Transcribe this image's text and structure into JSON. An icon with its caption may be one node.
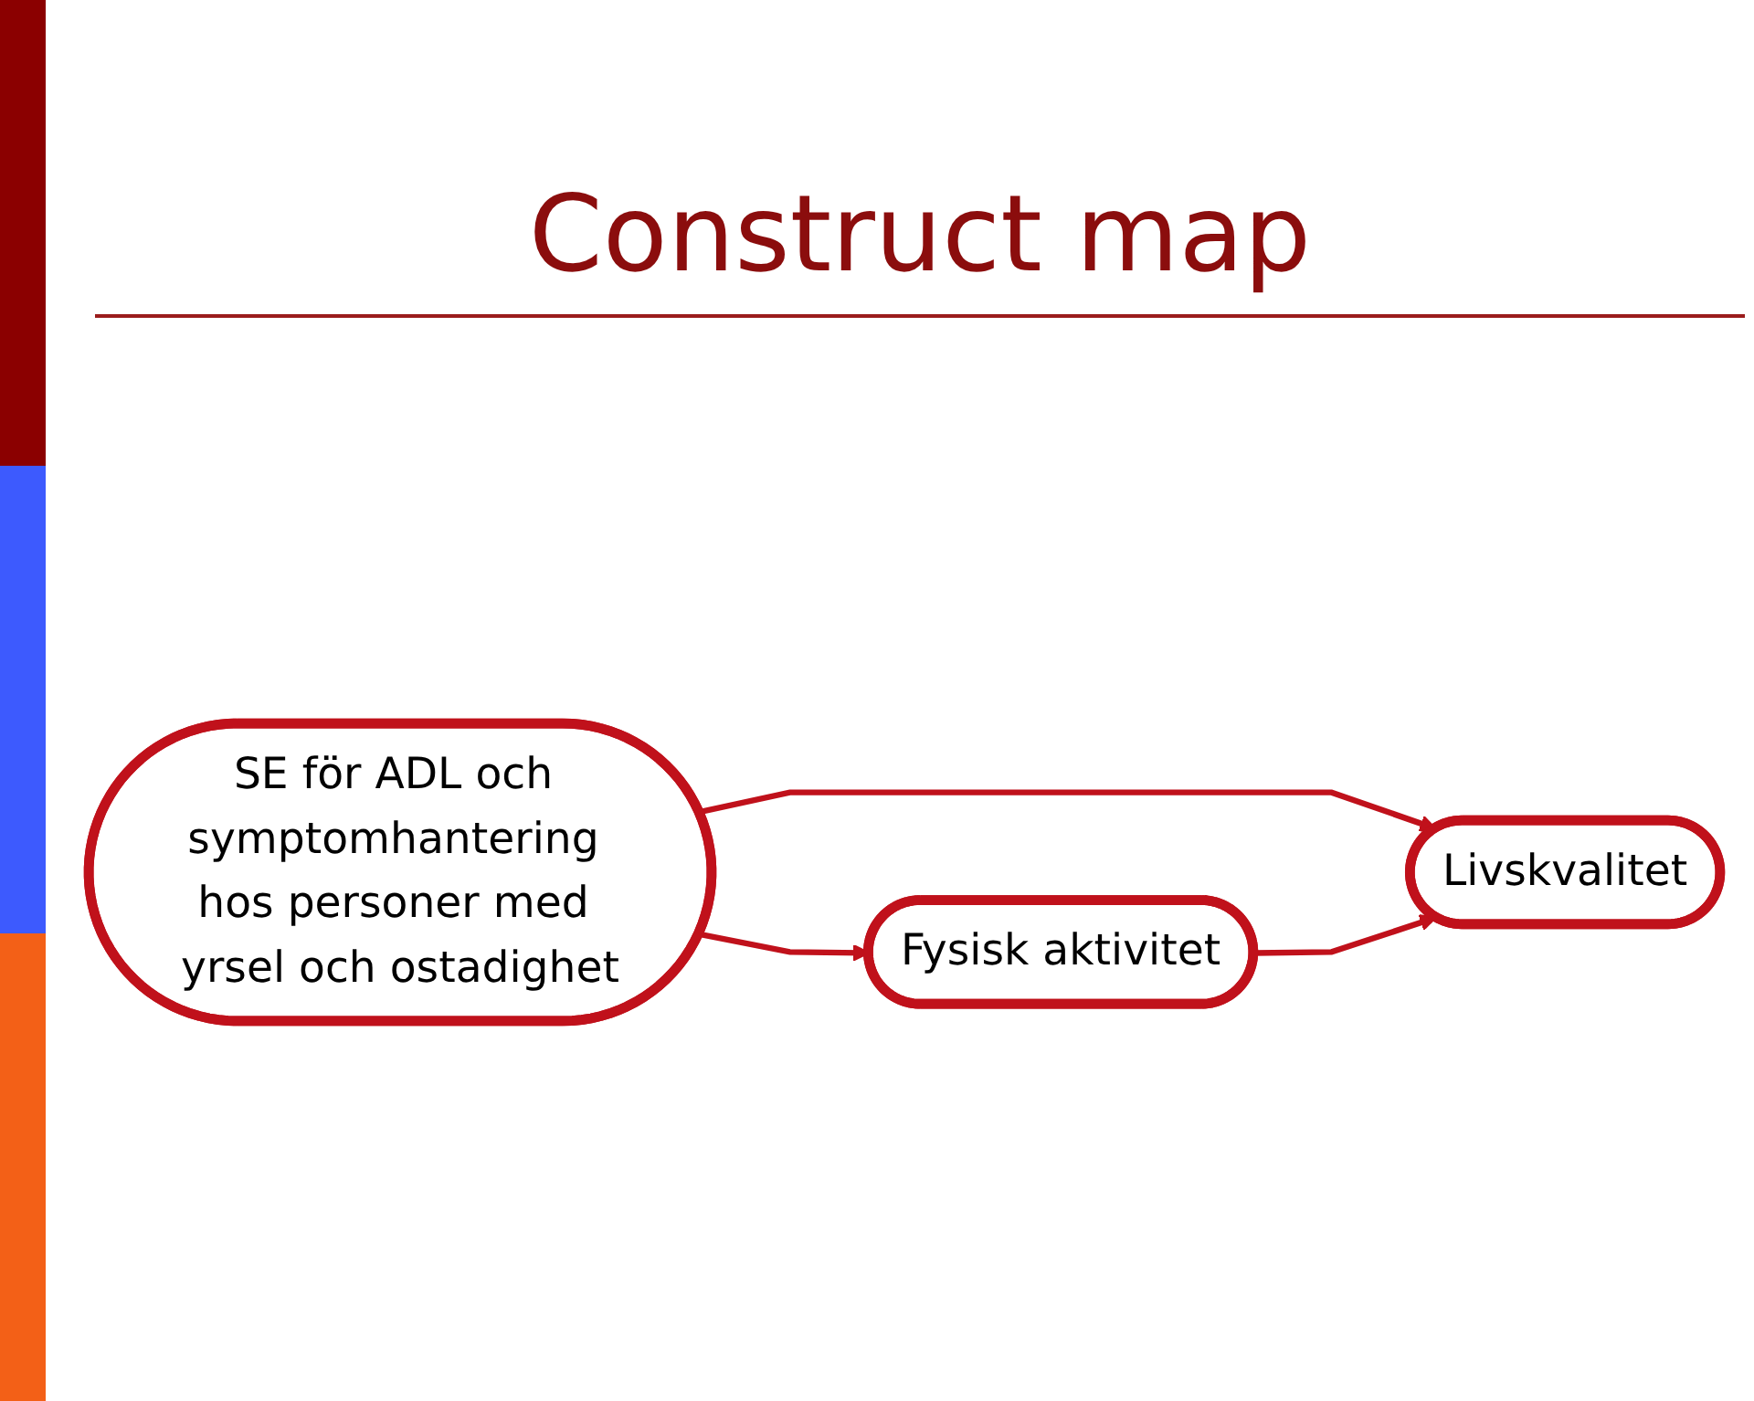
{
  "diagram": {
    "title": "Construct map",
    "nodes": [
      {
        "text": [
          "SE för ADL och symptomhantering hos personer med yrsel och ostadighet"
        ]
      },
      {
        "text": [
          "Livskvalitet"
        ]
      },
      {
        "text": [
          "Fysisk aktivitet"
        ]
      }
    ],
    "edges": [
      {
        "from": 0,
        "to": 1,
        "arrow": "to"
      },
      {
        "from": 0,
        "to": 2,
        "arrow": "to"
      },
      {
        "from": 2,
        "to": 1,
        "arrow": "to"
      }
    ]
  }
}
